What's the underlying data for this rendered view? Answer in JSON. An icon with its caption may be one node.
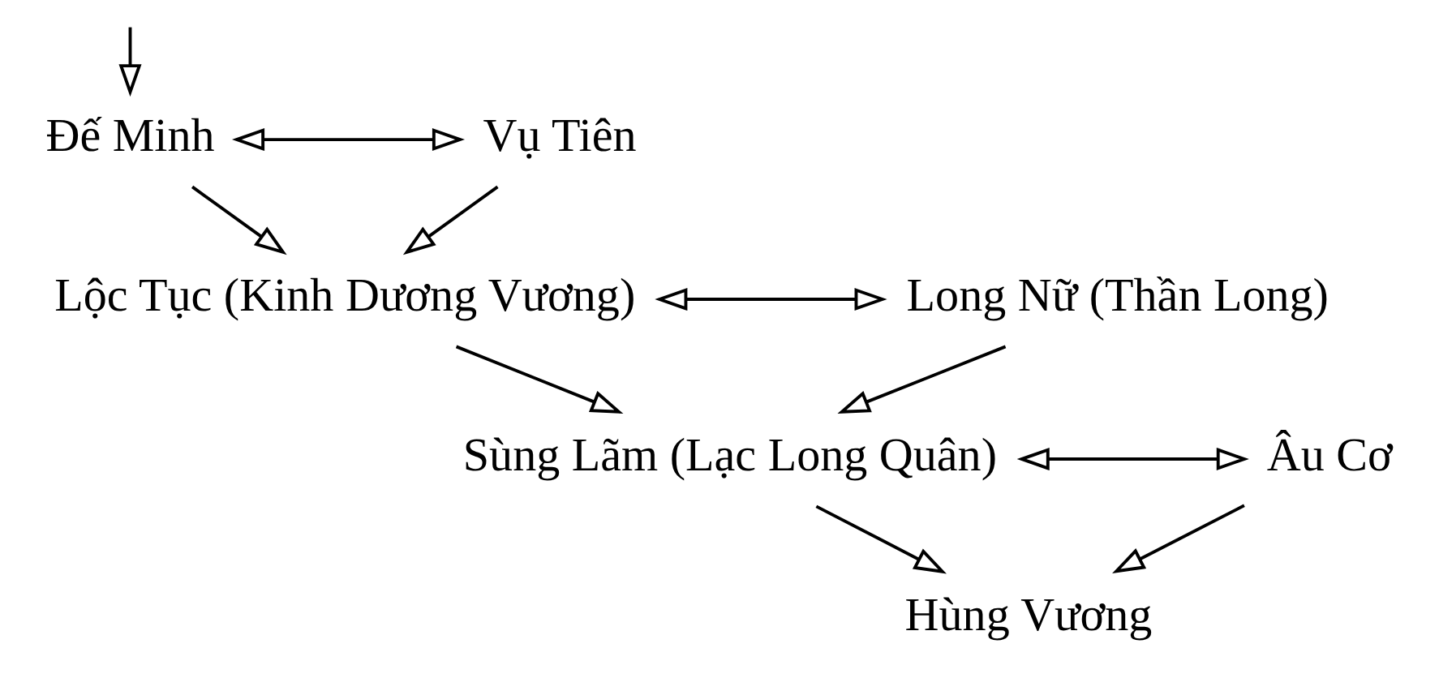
{
  "diagram": {
    "nodes": [
      {
        "text": [
          "Đế Minh"
        ]
      },
      {
        "text": [
          "Vụ Tiên"
        ]
      },
      {
        "text": [
          "Lộc Tục (Kinh Dương Vương)"
        ]
      },
      {
        "text": [
          "Long Nữ (Thần Long)"
        ]
      },
      {
        "text": [
          "Sùng Lãm (Lạc Long Quân)"
        ]
      },
      {
        "text": [
          "Âu Cơ"
        ]
      },
      {
        "text": [
          "Hùng Vương"
        ]
      }
    ],
    "edges": [
      {
        "from": null,
        "to": 0,
        "arrow": "to"
      },
      {
        "from": 0,
        "to": 1,
        "arrow": "both"
      },
      {
        "from": 0,
        "to": 2,
        "arrow": "to"
      },
      {
        "from": 1,
        "to": 2,
        "arrow": "to"
      },
      {
        "from": 2,
        "to": 3,
        "arrow": "both"
      },
      {
        "from": 2,
        "to": 4,
        "arrow": "to"
      },
      {
        "from": 3,
        "to": 4,
        "arrow": "to"
      },
      {
        "from": 4,
        "to": 5,
        "arrow": "both"
      },
      {
        "from": 4,
        "to": 6,
        "arrow": "to"
      },
      {
        "from": 5,
        "to": 6,
        "arrow": "to"
      }
    ]
  }
}
